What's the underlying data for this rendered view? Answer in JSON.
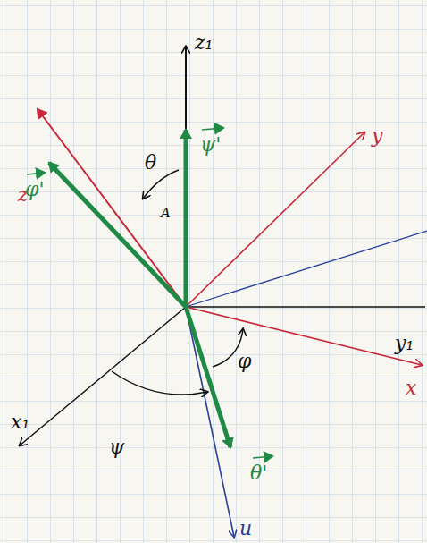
{
  "diagram": {
    "labels": [
      "z₁",
      "z",
      "y",
      "y₁",
      "x",
      "x₁",
      "u",
      "ψ'",
      "φ'",
      "θ'",
      "θ",
      "A",
      "ψ",
      "φ"
    ]
  }
}
